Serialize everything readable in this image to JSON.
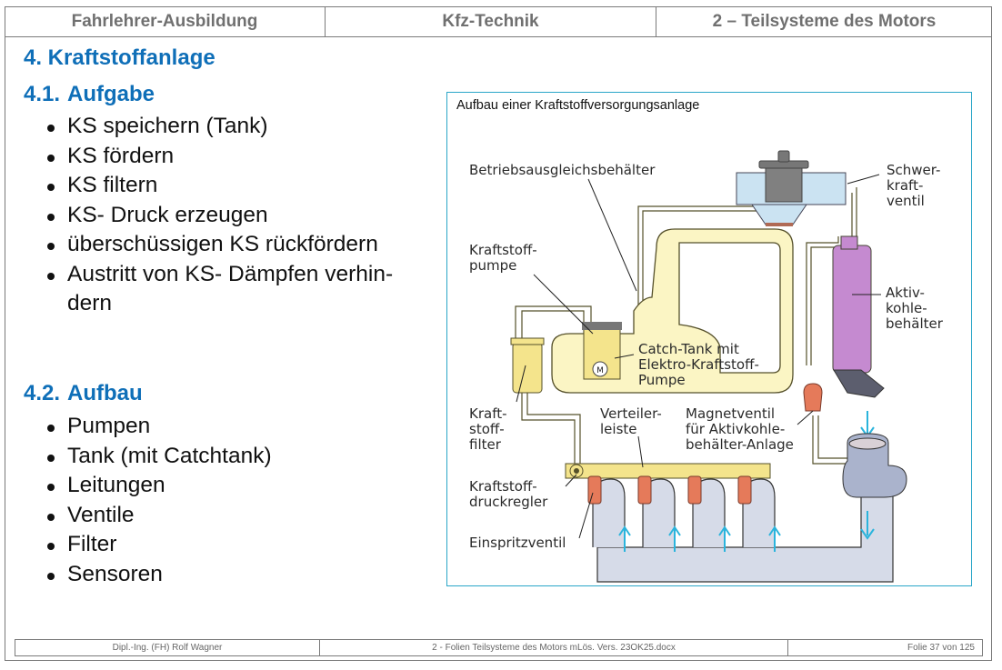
{
  "header": {
    "left": "Fahrlehrer-Ausbildung",
    "center": "Kfz-Technik",
    "right": "2 – Teilsysteme des Motors"
  },
  "section": {
    "title": "4. Kraftstoffanlage"
  },
  "subsection_1": {
    "number": "4.1.",
    "title": "Aufgabe",
    "items": [
      "KS speichern (Tank)",
      "KS fördern",
      "KS filtern",
      "KS- Druck erzeugen",
      "überschüssigen KS rückfördern",
      "Austritt von KS- Dämpfen verhin-",
      "dern"
    ]
  },
  "subsection_2": {
    "number": "4.2.",
    "title": "Aufbau",
    "items": [
      "Pumpen",
      "Tank (mit Catchtank)",
      "Leitungen",
      "Ventile",
      "Filter",
      "Sensoren"
    ]
  },
  "figure": {
    "title": "Aufbau einer Kraftstoffversorgungsanlage",
    "labels": {
      "betriebsausgleich": "Betriebsausgleichsbehälter",
      "schwerkraft": [
        "Schwer-",
        "kraft-",
        "ventil"
      ],
      "pumpe": [
        "Kraftstoff-",
        "pumpe"
      ],
      "aktivkohle": [
        "Aktiv-",
        "kohle-",
        "behälter"
      ],
      "catchtank": [
        "Catch-Tank mit",
        "Elektro-Kraftstoff-",
        "Pumpe"
      ],
      "filter": [
        "Kraft-",
        "stoff-",
        "filter"
      ],
      "verteiler": [
        "Verteiler-",
        "leiste"
      ],
      "magnetventil": [
        "Magnetventil",
        "für Aktivkohle-",
        "behälter-Anlage"
      ],
      "druckregler": [
        "Kraftstoff-",
        "druckregler"
      ],
      "einspritz": "Einspritzventil",
      "motor_symbol": "M"
    },
    "colors": {
      "fuel": "#fbf5c4",
      "fuel_outline": "#55502a",
      "injector": "#e57a5a",
      "carbon": "#c58ad0",
      "manifold": "#d6dbe8",
      "air_arrow": "#2ab4dc",
      "frame": "#2aa6c8"
    }
  },
  "footer": {
    "author": "Dipl.-Ing. (FH) Rolf Wagner",
    "file": "2 - Folien  Teilsysteme des Motors mLös. Vers. 23OK25.docx",
    "page": "Folie  37 von  125"
  }
}
